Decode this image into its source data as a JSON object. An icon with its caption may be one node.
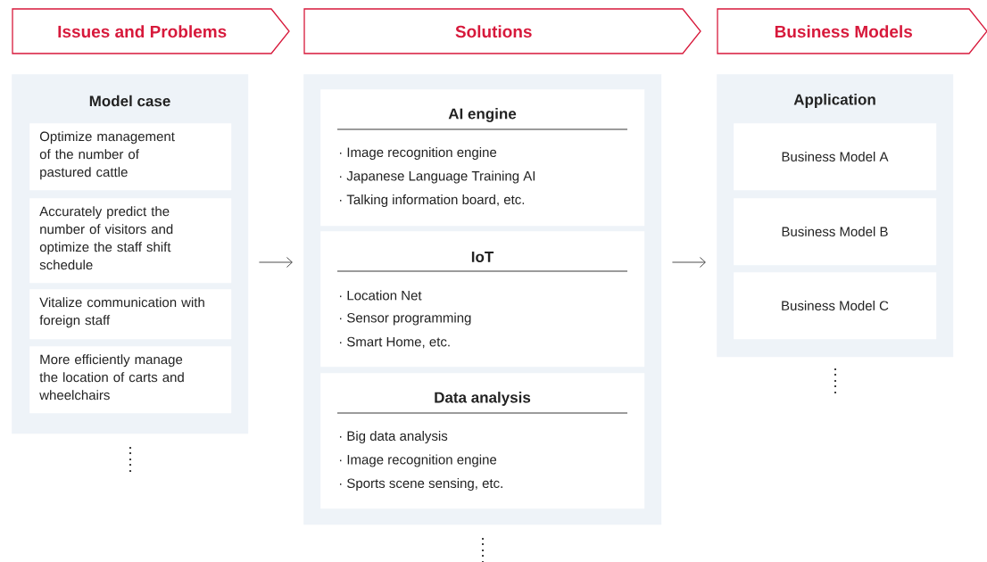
{
  "diagram": {
    "nodes": [
      {
        "text": [
          "Issues and Problems"
        ]
      },
      {
        "text": [
          "Solutions"
        ]
      },
      {
        "text": [
          "Business Models"
        ]
      },
      {
        "text": [
          "Model case"
        ]
      },
      {
        "text": [
          "Optimize management of the number of pastured cattle"
        ],
        "in": 3
      },
      {
        "text": [
          "Accurately predict the number of visitors and optimize the staff shift schedule"
        ],
        "in": 3
      },
      {
        "text": [
          "Vitalize communication with foreign staff"
        ],
        "in": 3
      },
      {
        "text": [
          "More efficiently manage the location of carts and wheelchairs"
        ],
        "in": 3
      },
      {
        "text": [],
        "shape": "box"
      },
      {
        "text": [
          "AI engine",
          "· Image recognition engine",
          "· Japanese Language Training AI",
          "· Talking information board, etc."
        ],
        "in": 8
      },
      {
        "text": [
          "IoT",
          "· Location Net",
          "· Sensor programming",
          "· Smart Home, etc."
        ],
        "in": 8
      },
      {
        "text": [
          "Data analysis",
          "· Big data analysis",
          "· Image recognition engine",
          "· Sports scene sensing, etc."
        ],
        "in": 8
      },
      {
        "text": [
          "Application"
        ]
      },
      {
        "text": [
          "Business Model A"
        ],
        "in": 12
      },
      {
        "text": [
          "Business Model B"
        ],
        "in": 12
      },
      {
        "text": [
          "Business Model C"
        ],
        "in": 12
      }
    ],
    "edges": [
      {
        "from": 3,
        "to": 8,
        "arrow": "to"
      },
      {
        "from": 8,
        "to": 12,
        "arrow": "to"
      }
    ]
  }
}
